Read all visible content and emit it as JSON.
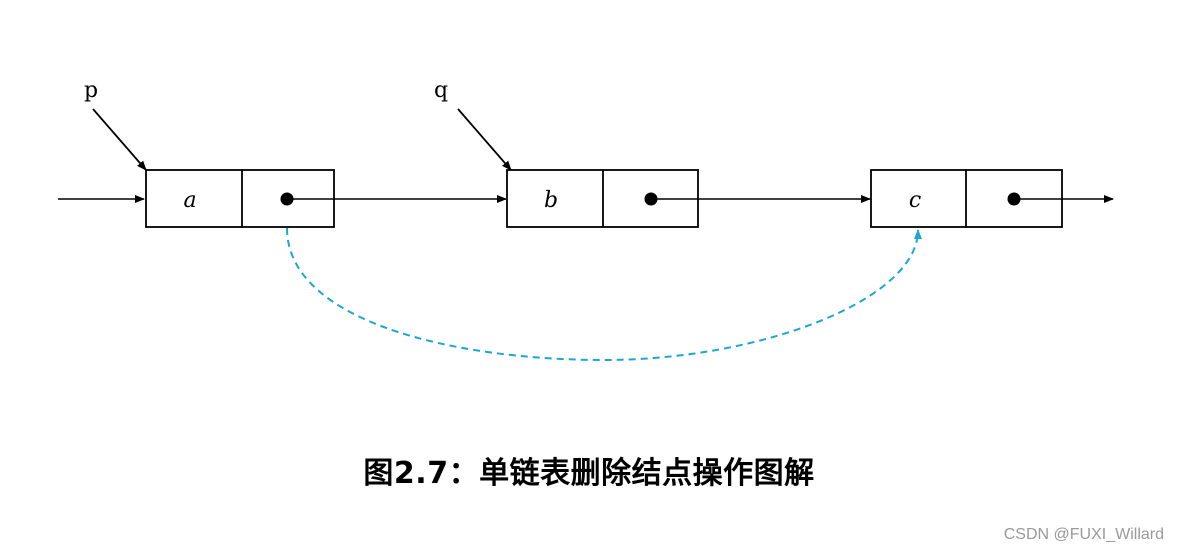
{
  "pointers": {
    "p": "p",
    "q": "q"
  },
  "nodes": [
    {
      "value": "a"
    },
    {
      "value": "b"
    },
    {
      "value": "c"
    }
  ],
  "caption": "图2.7：单链表删除结点操作图解",
  "watermark": "CSDN @FUXI_Willard",
  "colors": {
    "line": "#000000",
    "bypass_link": "#1aa7d4",
    "watermark": "#9a9a9a"
  }
}
